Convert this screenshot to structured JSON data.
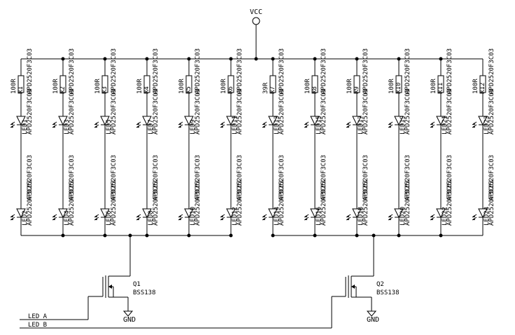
{
  "vcc": "VCC",
  "gnd": "GND",
  "channels": [
    {
      "res_value": "100R",
      "res_ref": "R1",
      "led_top": "LED1",
      "led_bottom": "LED2"
    },
    {
      "res_value": "100R",
      "res_ref": "R2",
      "led_top": "LED3",
      "led_bottom": "LED4"
    },
    {
      "res_value": "100R",
      "res_ref": "R3",
      "led_top": "LED5",
      "led_bottom": "LED6"
    },
    {
      "res_value": "100R",
      "res_ref": "R4",
      "led_top": "LED7",
      "led_bottom": "LED8"
    },
    {
      "res_value": "100R",
      "res_ref": "R5",
      "led_top": "LED9",
      "led_bottom": "LED10"
    },
    {
      "res_value": "100R",
      "res_ref": "R6",
      "led_top": "LED11",
      "led_bottom": "LED12"
    },
    {
      "res_value": "39R",
      "res_ref": "R7",
      "led_top": "LED13",
      "led_bottom": "LED14"
    },
    {
      "res_value": "100R",
      "res_ref": "R8",
      "led_top": "LED15",
      "led_bottom": "LED16"
    },
    {
      "res_value": "100R",
      "res_ref": "R9",
      "led_top": "LED17",
      "led_bottom": "LED18"
    },
    {
      "res_value": "100R",
      "res_ref": "R10",
      "led_top": "LED19",
      "led_bottom": "LED20"
    },
    {
      "res_value": "100R",
      "res_ref": "R11",
      "led_top": "LED21",
      "led_bottom": "LED22"
    },
    {
      "res_value": "100R",
      "res_ref": "R12",
      "led_top": "LED23",
      "led_bottom": "LED24"
    }
  ],
  "led_part": "APD2520F3C03",
  "transistors": [
    {
      "ref": "Q1",
      "part": "BSS138"
    },
    {
      "ref": "Q2",
      "part": "BSS138"
    }
  ],
  "nets": {
    "led_a": "LED_A",
    "led_b": "LED_B"
  }
}
